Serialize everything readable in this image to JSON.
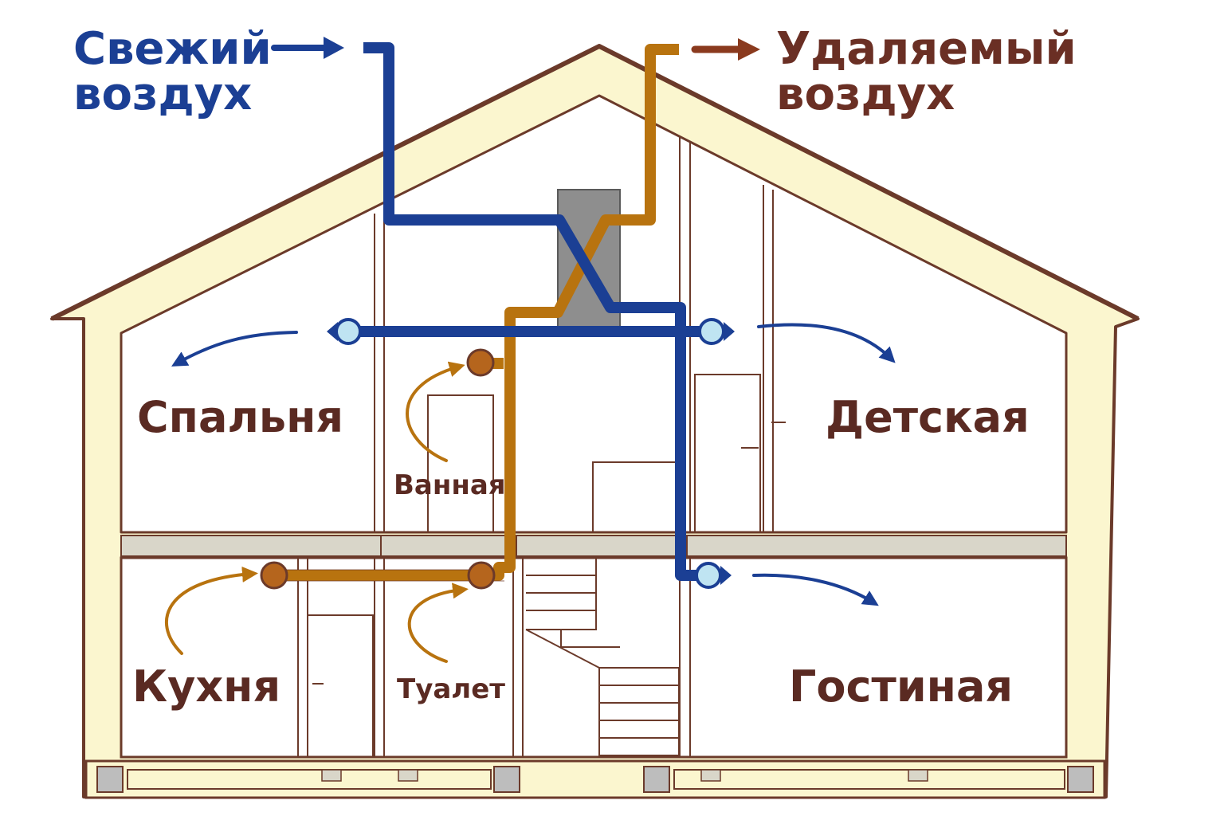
{
  "labels": {
    "fresh_air_line1": "Свежий",
    "fresh_air_line2": "воздух",
    "exhaust_air_line1": "Удаляемый",
    "exhaust_air_line2": "воздух"
  },
  "rooms": {
    "bedroom": "Спальня",
    "bathroom": "Ванная",
    "kids_room": "Детская",
    "kitchen": "Кухня",
    "toilet": "Туалет",
    "living_room": "Гостиная"
  },
  "colors": {
    "fresh_duct": "#1b3f94",
    "exhaust_duct": "#b8730f",
    "exhaust_arrow": "#8a3a1e",
    "room_text": "#5a2a22",
    "wall_fill": "#fbf6cf",
    "outline": "#6b3a2a",
    "recuperator": "#8e8e8e",
    "supply_diffuser": "#bfe4f2",
    "exhaust_grille": "#b5651d"
  },
  "components": {
    "recuperator_icon": "heat-exchanger",
    "supply_diffuser_icon": "diffuser",
    "exhaust_grille_icon": "exhaust-grille"
  }
}
